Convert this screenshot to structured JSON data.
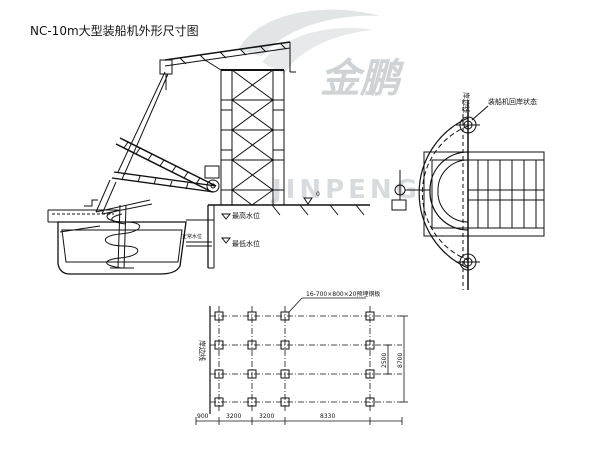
{
  "title": "NC-10m大型装船机外形尺寸图",
  "watermark": {
    "logo_text": "金鹏",
    "band_text": "JINPENG"
  },
  "elevation": {
    "high_water": "最高水位",
    "low_water": "最低水位",
    "normal_water": "正常水位",
    "ground_mark": "0"
  },
  "plan": {
    "shore_line": "岸边线",
    "retract_state": "装船机回岸状态"
  },
  "foundation": {
    "embed_plate": "16-700×800×20预埋钢板",
    "shore_line": "岸边线",
    "dim_bottom": [
      "900",
      "3200",
      "3200",
      "8330"
    ],
    "dim_right": [
      "2500",
      "8700"
    ]
  }
}
